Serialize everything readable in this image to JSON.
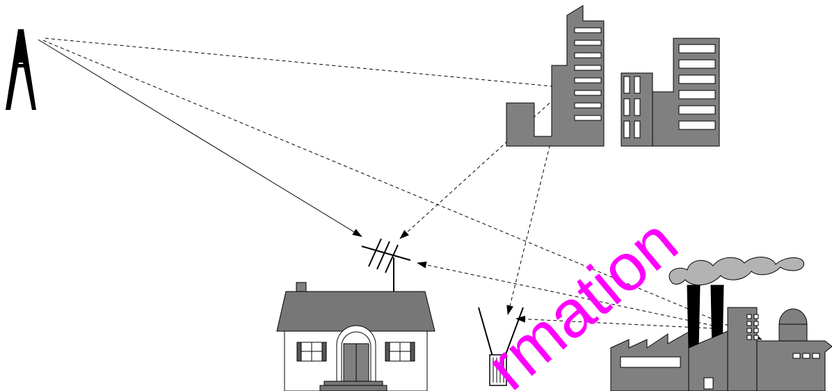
{
  "diagram": {
    "watermark": {
      "text": "rmation",
      "color": "#ff00ff"
    },
    "colors": {
      "building_fill": "#808080",
      "building_outline": "#000000",
      "window_fill": "#ffffff",
      "smoke_fill": "#b3b3b3",
      "roof_fill": "#777777",
      "line": "#000000"
    },
    "objects": [
      {
        "name": "transmitter-tower-icon"
      },
      {
        "name": "office-buildings-icon"
      },
      {
        "name": "tv-antenna-icon"
      },
      {
        "name": "house-icon"
      },
      {
        "name": "portable-receiver-icon"
      },
      {
        "name": "factory-icon"
      }
    ],
    "signal_paths": [
      {
        "name": "direct-path",
        "style": "solid"
      },
      {
        "name": "reflection-buildings",
        "style": "dashed"
      },
      {
        "name": "reflection-factory",
        "style": "dashed"
      }
    ]
  }
}
